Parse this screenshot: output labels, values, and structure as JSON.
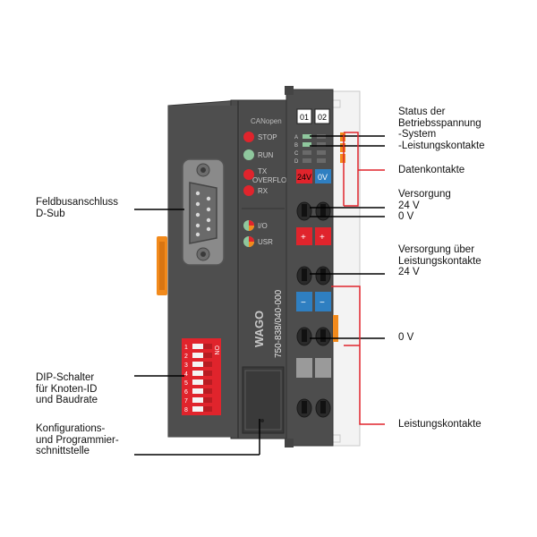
{
  "colors": {
    "housing": "#4b4b4b",
    "housing_dark": "#383838",
    "led_red": "#e0242c",
    "led_green": "#8fc79d",
    "terminal_blue": "#2f7fc1",
    "terminal_red": "#e0242c",
    "leader_red": "#e0242c",
    "leader_black": "#000000",
    "orange_latch": "#f28a1c",
    "dip_red": "#e0242c"
  },
  "device": {
    "protocol_label": "CANopen",
    "led_stop": "STOP",
    "led_run": "RUN",
    "led_tx": "TX",
    "led_overflow": "OVERFLOW",
    "led_rx": "RX",
    "led_io": "I/O",
    "led_usr": "USR",
    "part_number": "750-838/040-000",
    "brand": "WAGO",
    "slot_01": "01",
    "slot_02": "02",
    "status_letters": [
      "A",
      "B",
      "C",
      "D"
    ],
    "terminal_24v": "24V",
    "terminal_0v": "0V",
    "plus_sign": "+",
    "minus_sign": "−",
    "dip_on": "ON",
    "dip_numbers": [
      "1",
      "2",
      "3",
      "4",
      "5",
      "6",
      "7",
      "8"
    ]
  },
  "labels": {
    "feldbus_line1": "Feldbusanschluss",
    "feldbus_line2": "D-Sub",
    "dip_line1": "DIP-Schalter",
    "dip_line2": "für Knoten-ID",
    "dip_line3": "und Baudrate",
    "config_line1": "Konfigurations-",
    "config_line2": "und Programmier-",
    "config_line3": "schnittstelle",
    "status_line1": "Status der",
    "status_line2": "Betriebsspannung",
    "status_line3": "-System",
    "status_line4": "-Leistungskontakte",
    "datenkontakte": "Datenkontakte",
    "versorgung_line1": "Versorgung",
    "versorgung_line2": "24 V",
    "versorgung_line3": "0 V",
    "versorgung_pk_line1": "Versorgung über",
    "versorgung_pk_line2": "Leistungskontakte",
    "versorgung_pk_line3": "24 V",
    "zero_v": "0 V",
    "leistungskontakte": "Leistungskontakte"
  }
}
